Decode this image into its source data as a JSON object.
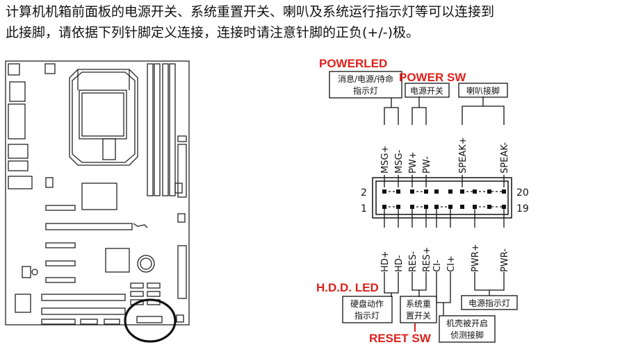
{
  "intro": {
    "line1": "计算机机箱前面板的电源开关、系统重置开关、喇叭及系统运行指示灯等可以连接到",
    "line2": "此接脚，请依据下列针脚定义连接，连接时请注意针脚的正负(+/-)极。"
  },
  "callouts": {
    "power_led": "POWERLED",
    "power_sw": "POWER SW",
    "hdd_led": "H.D.D. LED",
    "reset_sw": "RESET SW"
  },
  "boxes": {
    "msg_line1": "消息/电源/待命",
    "msg_line2": "指示灯",
    "power_switch": "电源开关",
    "speaker": "喇叭接脚",
    "hdd_line1": "硬盘动作",
    "hdd_line2": "指示灯",
    "reset_line1": "系统重",
    "reset_line2": "置开关",
    "chassis_line1": "机壳被开启",
    "chassis_line2": "侦测接脚",
    "power_led": "电源指示灯"
  },
  "pins_top": [
    "MSG+",
    "MSG-",
    "PW+",
    "PW-",
    "SPEAK+",
    "SPEAK-"
  ],
  "pins_bottom": [
    "HD+",
    "HD-",
    "RES-",
    "RES+",
    "CI-",
    "CI+",
    "PWR+",
    "PWR-"
  ],
  "pin_numbers": {
    "top_left": "2",
    "bottom_left": "1",
    "top_right": "20",
    "bottom_right": "19"
  },
  "colors": {
    "accent_red": "#e0201b",
    "line": "#111111"
  }
}
